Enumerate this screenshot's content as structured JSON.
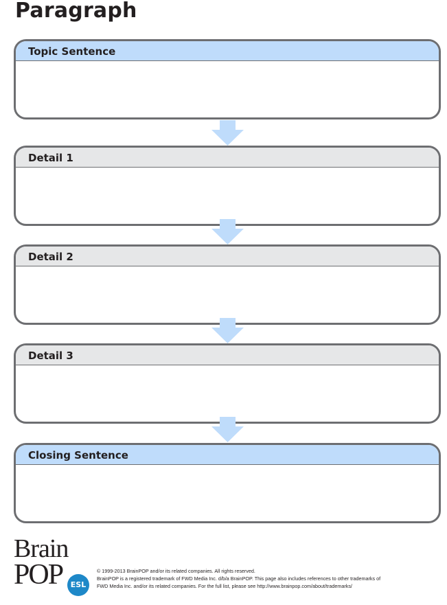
{
  "title": "Paragraph",
  "sections": [
    {
      "label": "Topic Sentence"
    },
    {
      "label": "Detail 1"
    },
    {
      "label": "Detail 2"
    },
    {
      "label": "Detail 3"
    },
    {
      "label": "Closing Sentence"
    }
  ],
  "colors": {
    "header_blue": "#bfdcfb",
    "header_gray": "#e6e7e8",
    "border": "#6d6e71",
    "arrow": "#bfdcfb",
    "esl_badge": "#1e88c8"
  },
  "logo": {
    "line1": "Brain",
    "line2": "POP",
    "badge": "ESL"
  },
  "footer": {
    "line1": "© 1999-2013 BrainPOP and/or its related companies. All rights reserved.",
    "line2": "BrainPOP is a registered trademark of FWD Media Inc. d/b/a BrainPOP. This page also includes references to other trademarks of",
    "line3": "FWD Media Inc. and/or its related companies. For the full list, please see http://www.brainpop.com/about/trademarks/"
  }
}
